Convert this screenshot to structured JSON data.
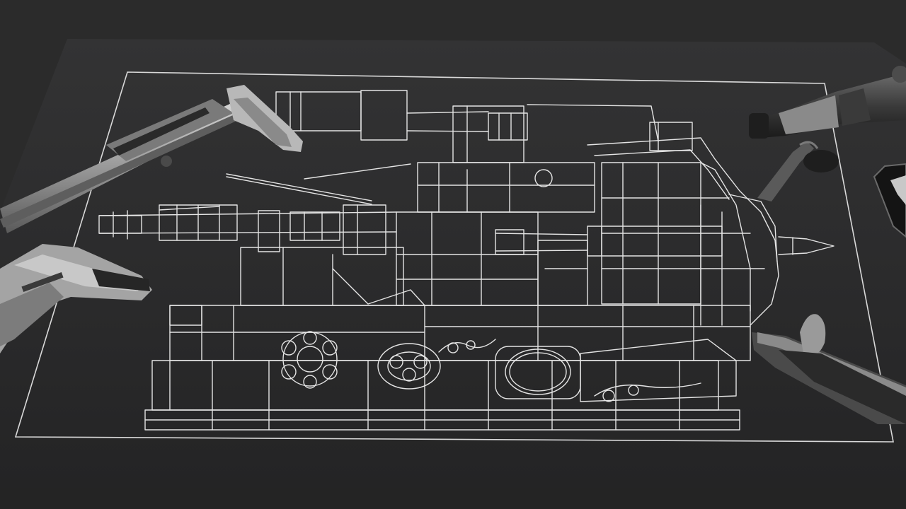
{
  "scene": {
    "colors": {
      "surface": "#2e2e2e",
      "sheet": "#2a2a2b",
      "line": "#e6e6e6",
      "metal": "#9c9c9c",
      "metal_dark": "#4a4a4a"
    },
    "objects": {
      "blueprint": "technical-drawing-sheet",
      "tools": [
        "vernier-caliper",
        "vernier-caliper",
        "micrometer",
        "clip",
        "smartphone",
        "wrench"
      ]
    }
  }
}
